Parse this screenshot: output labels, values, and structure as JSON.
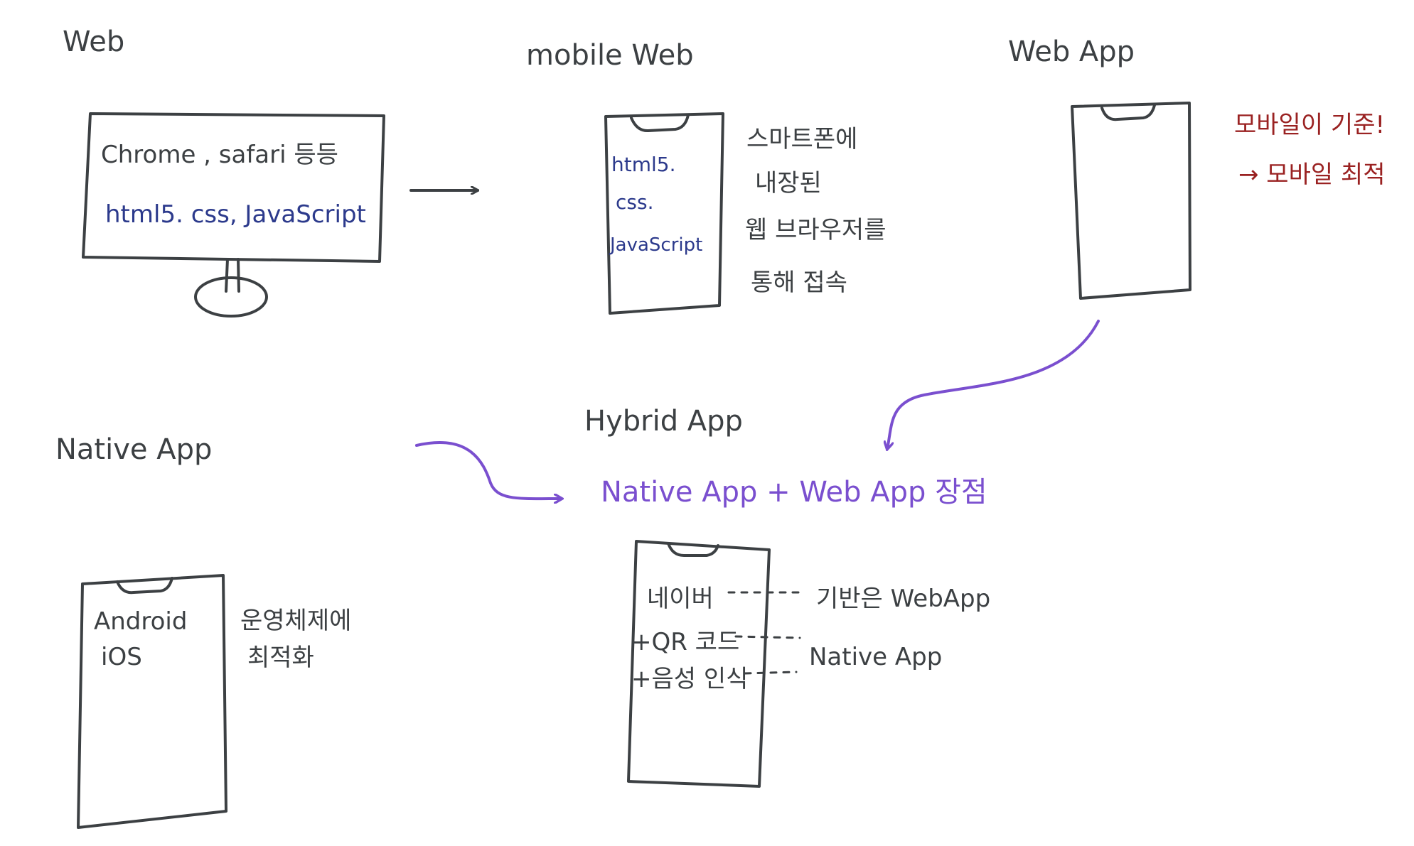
{
  "colors": {
    "ink": "#3c4043",
    "blue": "#2c3a8c",
    "red": "#9a2222",
    "purple": "#7a4fcf"
  },
  "web": {
    "title": "Web",
    "browsers": "Chrome , safari 등등",
    "tech": "html5. css, JavaScript",
    "icon": "monitor-icon"
  },
  "mobile_web": {
    "title": "mobile  Web",
    "tech_lines": [
      "html5.",
      "css.",
      "JavaScript"
    ],
    "note_lines": [
      "스마트폰에",
      "내장된",
      "웹 브라우저를",
      "통해 접속"
    ],
    "icon": "smartphone-icon"
  },
  "web_app": {
    "title": "Web App",
    "note_lines": [
      "모바일이 기준!",
      "→ 모바일 최적"
    ],
    "icon": "smartphone-icon"
  },
  "native_app": {
    "title": "Native App",
    "platform_lines": [
      "Android",
      "iOS"
    ],
    "note_lines": [
      "운영체제에",
      "최적화"
    ],
    "icon": "smartphone-icon"
  },
  "hybrid_app": {
    "title": "Hybrid App",
    "formula": "Native App +  Web App   장점",
    "example_lines": [
      "네이버",
      "+QR 코드",
      "+음성 인식"
    ],
    "annotation_webapp": "기반은 WebApp",
    "annotation_native": "Native App",
    "icon": "smartphone-icon"
  }
}
